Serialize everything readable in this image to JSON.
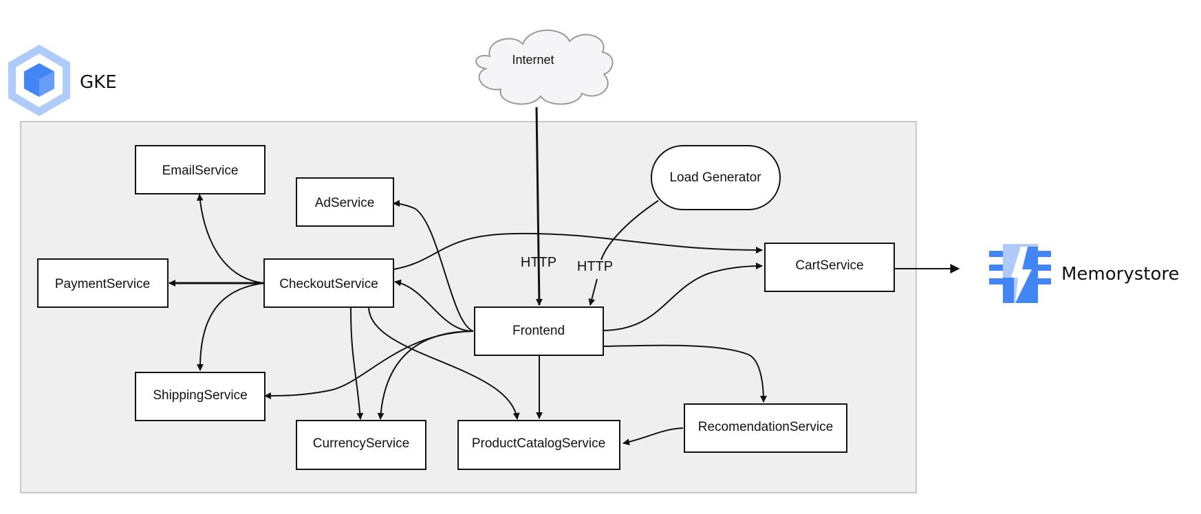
{
  "brand": {
    "platform_label": "GKE",
    "datastore_label": "Memorystore"
  },
  "colors": {
    "cluster_background": "#efefef",
    "cluster_border": "#c8c8c8",
    "google_blue": "#4285f4",
    "google_light_blue": "#aecbfa",
    "cloud_fill": "#f5f5f7",
    "cloud_stroke": "#9a9a9a"
  },
  "nodes": {
    "internet": "Internet",
    "load_generator": "Load Generator",
    "email_service": "EmailService",
    "ad_service": "AdService",
    "payment_service": "PaymentService",
    "checkout_service": "CheckoutService",
    "frontend": "Frontend",
    "cart_service": "CartService",
    "shipping_service": "ShippingService",
    "currency_service": "CurrencyService",
    "product_catalog_service": "ProductCatalogService",
    "recommendation_service": "RecomendationService"
  },
  "edge_labels": {
    "internet_to_frontend": "HTTP",
    "loadgen_to_frontend": "HTTP"
  },
  "icons": {
    "platform": "gke-cube-icon",
    "datastore": "memorystore-chip-icon",
    "internet": "cloud-icon"
  }
}
